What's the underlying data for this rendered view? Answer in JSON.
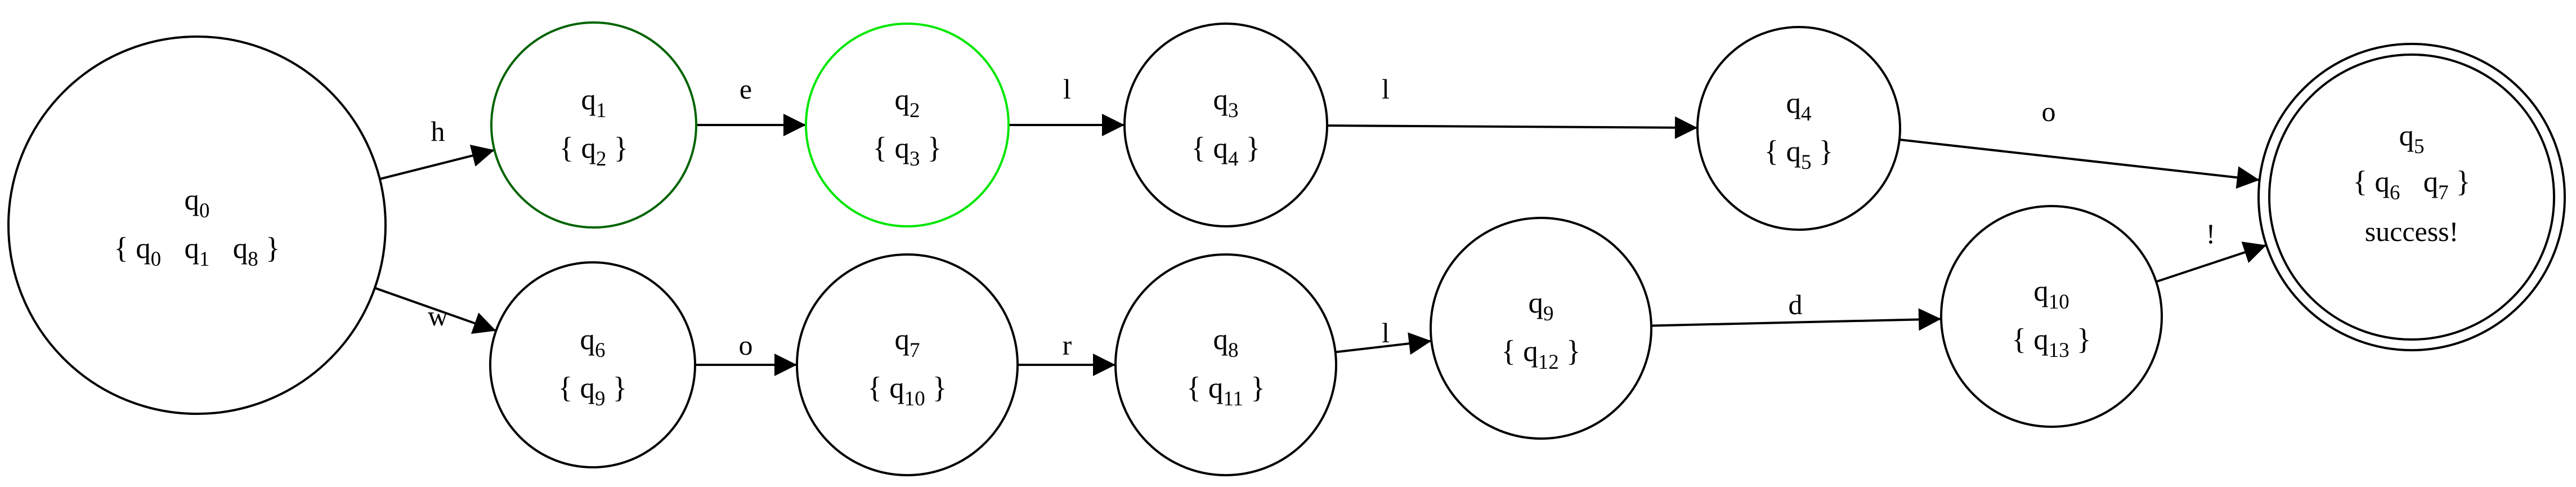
{
  "states": [
    {
      "id": "q0",
      "name": "q",
      "sub": "0",
      "set": [
        [
          "q",
          "0"
        ],
        [
          "q",
          "1"
        ],
        [
          "q",
          "8"
        ]
      ],
      "color": "#000000",
      "accept": false
    },
    {
      "id": "q1",
      "name": "q",
      "sub": "1",
      "set": [
        [
          "q",
          "2"
        ]
      ],
      "color": "#006400",
      "accept": false
    },
    {
      "id": "q2",
      "name": "q",
      "sub": "2",
      "set": [
        [
          "q",
          "3"
        ]
      ],
      "color": "#00e600",
      "accept": false
    },
    {
      "id": "q3",
      "name": "q",
      "sub": "3",
      "set": [
        [
          "q",
          "4"
        ]
      ],
      "color": "#000000",
      "accept": false
    },
    {
      "id": "q4",
      "name": "q",
      "sub": "4",
      "set": [
        [
          "q",
          "5"
        ]
      ],
      "color": "#000000",
      "accept": false
    },
    {
      "id": "q5",
      "name": "q",
      "sub": "5",
      "set": [
        [
          "q",
          "6"
        ],
        [
          "q",
          "7"
        ]
      ],
      "extra": "success!",
      "color": "#000000",
      "accept": true
    },
    {
      "id": "q6",
      "name": "q",
      "sub": "6",
      "set": [
        [
          "q",
          "9"
        ]
      ],
      "color": "#000000",
      "accept": false
    },
    {
      "id": "q7",
      "name": "q",
      "sub": "7",
      "set": [
        [
          "q",
          "10"
        ]
      ],
      "color": "#000000",
      "accept": false
    },
    {
      "id": "q8",
      "name": "q",
      "sub": "8",
      "set": [
        [
          "q",
          "11"
        ]
      ],
      "color": "#000000",
      "accept": false
    },
    {
      "id": "q9",
      "name": "q",
      "sub": "9",
      "set": [
        [
          "q",
          "12"
        ]
      ],
      "color": "#000000",
      "accept": false
    },
    {
      "id": "q10",
      "name": "q",
      "sub": "10",
      "set": [
        [
          "q",
          "13"
        ]
      ],
      "color": "#000000",
      "accept": false
    }
  ],
  "transitions": [
    {
      "from": "q0",
      "to": "q1",
      "label": "h"
    },
    {
      "from": "q1",
      "to": "q2",
      "label": "e"
    },
    {
      "from": "q2",
      "to": "q3",
      "label": "l"
    },
    {
      "from": "q3",
      "to": "q4",
      "label": "l"
    },
    {
      "from": "q4",
      "to": "q5",
      "label": "o"
    },
    {
      "from": "q0",
      "to": "q6",
      "label": "w"
    },
    {
      "from": "q6",
      "to": "q7",
      "label": "o"
    },
    {
      "from": "q7",
      "to": "q8",
      "label": "r"
    },
    {
      "from": "q8",
      "to": "q9",
      "label": "l"
    },
    {
      "from": "q9",
      "to": "q10",
      "label": "d"
    },
    {
      "from": "q10",
      "to": "q5",
      "label": "!"
    }
  ]
}
